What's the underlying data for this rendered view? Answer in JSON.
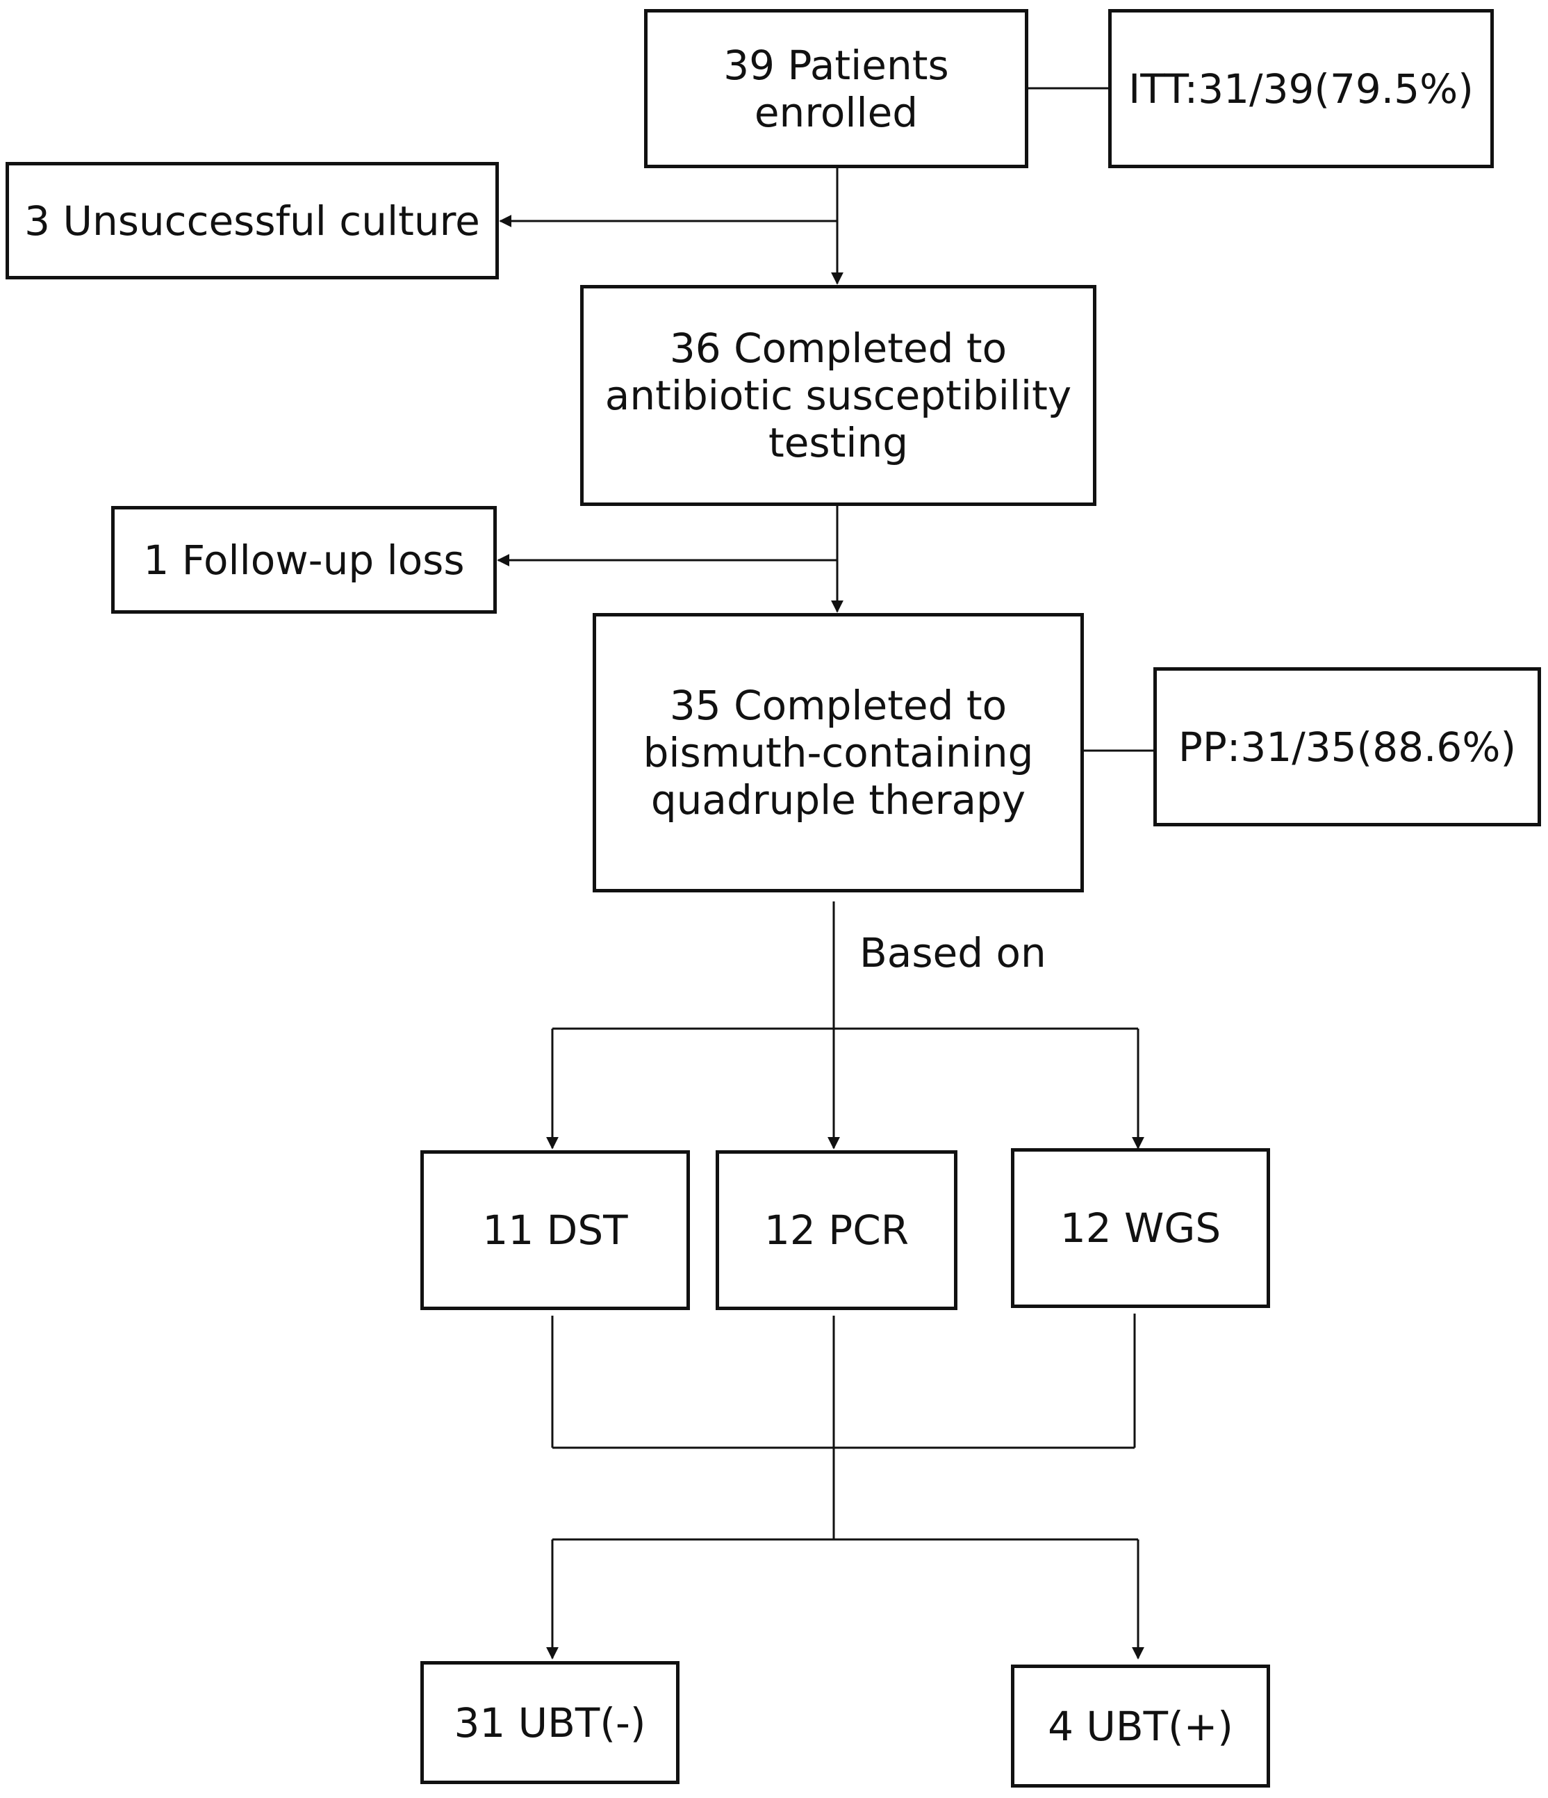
{
  "flowchart": {
    "enrolled": "39 Patients\nenrolled",
    "itt": "ITT:31/39(79.5%)",
    "unsuccessful_culture": "3 Unsuccessful culture",
    "completed_ast": "36 Completed to\nantibiotic susceptibility\ntesting",
    "follow_up_loss": "1 Follow-up loss",
    "completed_therapy": "35 Completed to\nbismuth-containing\nquadruple therapy",
    "pp": "PP:31/35(88.6%)",
    "based_on": "Based on",
    "dst": "11 DST",
    "pcr": "12 PCR",
    "wgs": "12 WGS",
    "ubt_negative": "31 UBT(-)",
    "ubt_positive": "4 UBT(+)"
  }
}
